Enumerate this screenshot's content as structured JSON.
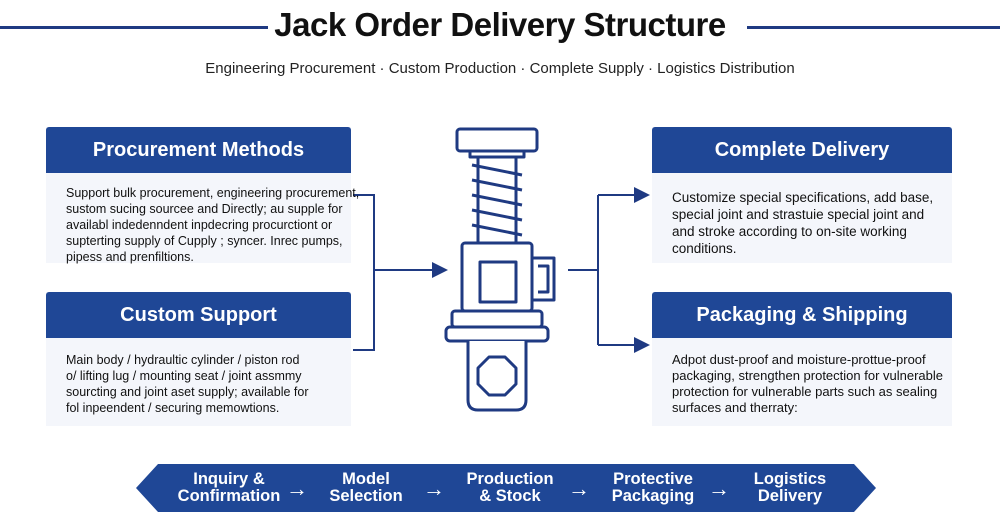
{
  "header": {
    "title": "Jack Order Delivery Structure",
    "subtitle": "Engineering Procurement · Custom Production · Complete Supply · Logistics Distribution"
  },
  "cards": {
    "procurement": {
      "title": "Procurement Methods",
      "lines": [
        "Support bulk procurement, engineering procurement,",
        "sustom sucing sourcee and Directly; au supple for",
        "availabl indedenndent inpdecring procurctiont or",
        "supterting supply of Cupply ; syncer. Inrec pumps,",
        "pipess and prenfiltions."
      ]
    },
    "custom": {
      "title": "Custom Support",
      "lines": [
        "Main body / hydraultic cylinder / piston rod",
        "o/ lifting lug / mounting seat / joint assmmy",
        "sourcting and joint aset supply; available for",
        "fol inpeendent / securing memowtions."
      ]
    },
    "complete": {
      "title": "Complete Delivery",
      "lines": [
        "Customize special specifications, add base,",
        "special joint and strastuie special joint and",
        "and stroke according to on-site working",
        "conditions."
      ]
    },
    "packaging": {
      "title": "Packaging & Shipping",
      "lines": [
        "Adpot dust-proof and moisture-prottue-proof",
        "packaging, strengthen protection for vulnerable",
        "protection for vulnerable parts such as sealing",
        "surfaces and therraty:"
      ]
    }
  },
  "flow": {
    "steps": [
      {
        "line1": "Inquiry &",
        "line2": "Confirmation"
      },
      {
        "line1": "Model",
        "line2": "Selection"
      },
      {
        "line1": "Production",
        "line2": "& Stock"
      },
      {
        "line1": "Protective",
        "line2": "Packaging"
      },
      {
        "line1": "Logistics",
        "line2": "Delivery"
      }
    ],
    "arrow_glyph": "→"
  },
  "colors": {
    "primary": "#1f4796",
    "card_bg": "#f4f6fb",
    "line": "#1f3a82"
  },
  "icons": {
    "center": "hydraulic-jack-icon"
  }
}
